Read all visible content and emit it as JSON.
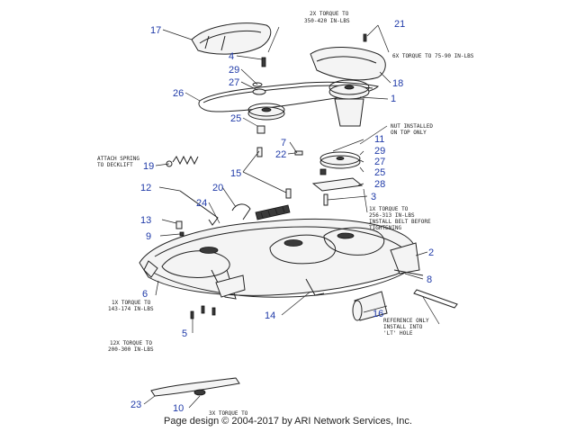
{
  "callouts": {
    "c1": "1",
    "c2": "2",
    "c3": "3",
    "c4": "4",
    "c5": "5",
    "c6": "6",
    "c7": "7",
    "c8": "8",
    "c9": "9",
    "c10": "10",
    "c11": "11",
    "c12": "12",
    "c13": "13",
    "c14": "14",
    "c15": "15",
    "c16": "16",
    "c17": "17",
    "c18": "18",
    "c19": "19",
    "c20": "20",
    "c21": "21",
    "c22": "22",
    "c23": "23",
    "c24": "24",
    "c25a": "25",
    "c25b": "25",
    "c26": "26",
    "c27a": "27",
    "c27b": "27",
    "c28": "28",
    "c29a": "29",
    "c29b": "29"
  },
  "notes": {
    "torque_350_420": [
      "2X TORQUE TO",
      "350-420 IN-LBS"
    ],
    "torque_75_90": "6X TORQUE TO 75-90 IN-LBS",
    "nut_top": [
      "NUT INSTALLED",
      "ON TOP ONLY"
    ],
    "spring": [
      "ATTACH SPRING",
      "TO DECKLIFT"
    ],
    "torque_256_313": [
      "1X TORQUE TO",
      "256-313 IN-LBS",
      "INSTALL BELT BEFORE",
      "TIGHTENING"
    ],
    "torque_143_174": [
      "1X TORQUE TO",
      "143-174 IN-LBS"
    ],
    "torque_200_300": [
      "12X TORQUE TO",
      "200-300 IN-LBS"
    ],
    "reference": [
      "REFERENCE ONLY",
      "INSTALL INTO",
      "'LT' HOLE"
    ],
    "torque_3x": "3X TORQUE TO"
  },
  "footer": "Page design © 2004-2017 by ARI Network Services, Inc.",
  "colors": {
    "callout": "#1f3aa8",
    "line": "#222222"
  }
}
